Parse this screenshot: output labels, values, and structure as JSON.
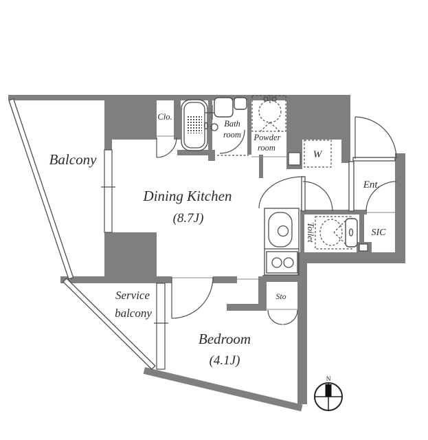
{
  "colors": {
    "wall": "#7f7f7f",
    "line": "#4c4c4c",
    "text": "#2b2b2b"
  },
  "labels": {
    "balcony": "Balcony",
    "closet": "Clo.",
    "bath_1": "Bath",
    "bath_2": "room",
    "powder_1": "Powder",
    "powder_2": "room",
    "washer": "W",
    "entrance": "Ent.",
    "dining_kitchen_1": "Dining Kitchen",
    "dining_kitchen_2": "(8.7J)",
    "toilet": "Toilet",
    "sic": "SIC",
    "service_1": "Service",
    "service_2": "balcony",
    "storage": "Sto",
    "bedroom_1": "Bedroom",
    "bedroom_2": "(4.1J)",
    "compass_north": "N"
  }
}
